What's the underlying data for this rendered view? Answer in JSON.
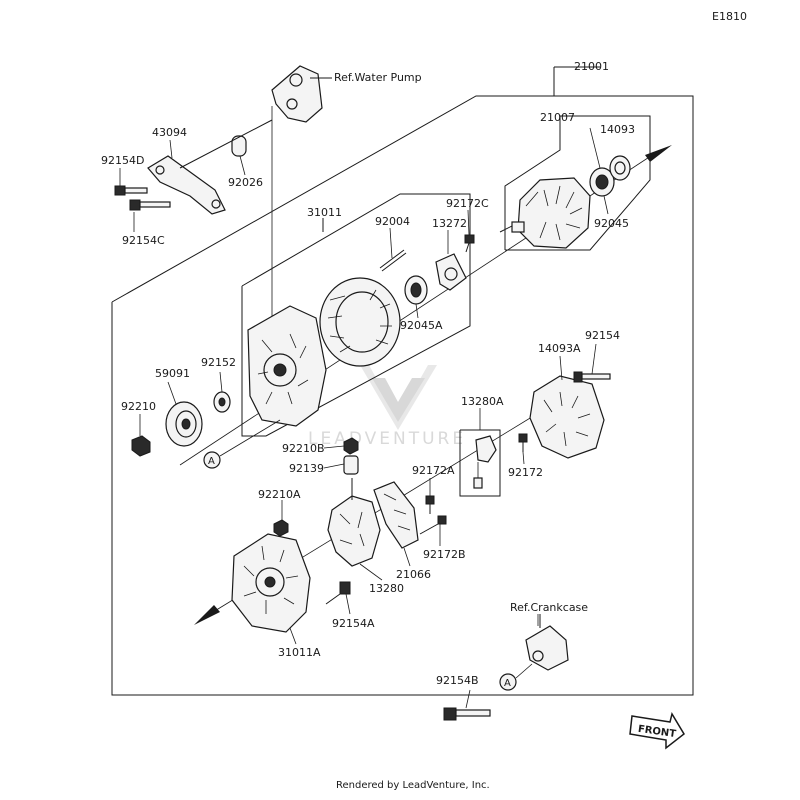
{
  "diagram_code": "E1810",
  "footer": "Rendered by LeadVenture, Inc.",
  "watermark": "LEADVENTURE",
  "front_label": "FRONT",
  "circle_ref": "A",
  "refs": {
    "water_pump": "Ref.Water Pump",
    "crankcase": "Ref.Crankcase"
  },
  "parts": {
    "p21001": "21001",
    "p21007": "21007",
    "p14093": "14093",
    "p92045": "92045",
    "p43094": "43094",
    "p92154D": "92154D",
    "p92026": "92026",
    "p92154C": "92154C",
    "p31011": "31011",
    "p92004": "92004",
    "p13272": "13272",
    "p92172C": "92172C",
    "p92045A": "92045A",
    "p92152": "92152",
    "p59091": "59091",
    "p92210": "92210",
    "p92154": "92154",
    "p14093A": "14093A",
    "p13280A": "13280A",
    "p92172": "92172",
    "p92210B": "92210B",
    "p92139": "92139",
    "p92172A": "92172A",
    "p92210A": "92210A",
    "p92172B": "92172B",
    "p21066": "21066",
    "p13280": "13280",
    "p92154A": "92154A",
    "p31011A": "31011A",
    "p92154B": "92154B"
  }
}
